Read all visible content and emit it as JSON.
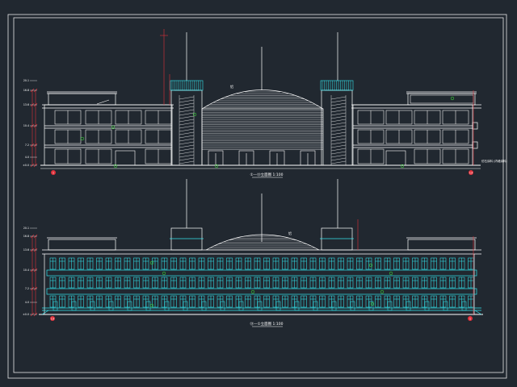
{
  "drawing": {
    "background": "#212830",
    "frame_color": "#e8e8e8",
    "structure_color": "#ffffff",
    "window_color": "#33e6ee",
    "dimension_color": "#e0303a",
    "grid_bubble_color": "#3ad03a"
  },
  "elevation_front": {
    "title_label": "①—⑬立面图 1:100",
    "axis_left": "1",
    "axis_right": "13",
    "note_right": "仿石涂料\n(内墙涂料)",
    "note_dome": "铝",
    "level_marks": [
      "20.1",
      "16.8",
      "13.6",
      "10.4",
      "7.2",
      "4.0",
      "±0.0"
    ]
  },
  "elevation_rear": {
    "title_label": "⑬—①立面图 1:100",
    "axis_left": "13",
    "axis_right": "1",
    "note_dome": "铝",
    "level_marks": [
      "20.1",
      "16.8",
      "13.6",
      "10.4",
      "7.2",
      "4.0",
      "±0.0"
    ]
  }
}
